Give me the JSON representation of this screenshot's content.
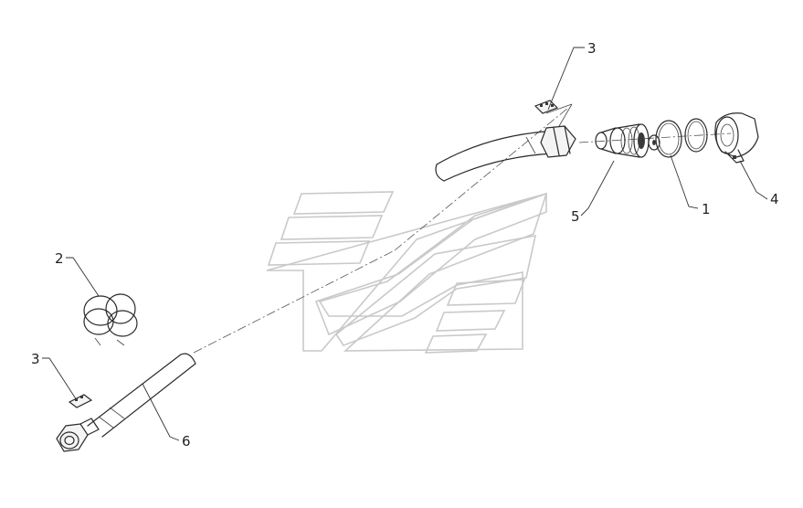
{
  "callouts": [
    {
      "id": "c3-top",
      "label": "3"
    },
    {
      "id": "c5",
      "label": "5"
    },
    {
      "id": "c1",
      "label": "1"
    },
    {
      "id": "c4",
      "label": "4"
    },
    {
      "id": "c2",
      "label": "2"
    },
    {
      "id": "c3-bottom",
      "label": "3"
    },
    {
      "id": "c6",
      "label": "6"
    }
  ],
  "colors": {
    "linework": "#2a2a2a",
    "watermark": "#c9c9c9",
    "background": "#ffffff"
  }
}
